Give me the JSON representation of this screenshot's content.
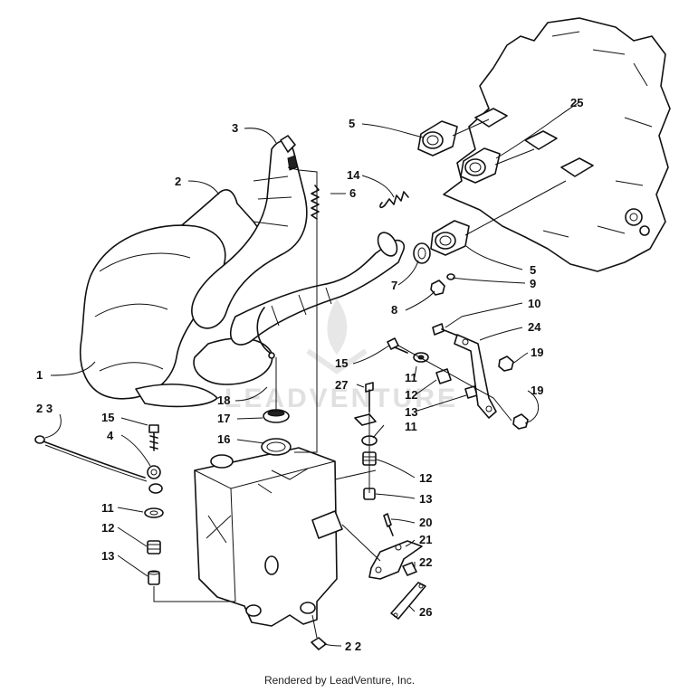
{
  "watermark": "LEADVENTURE",
  "credit": "Rendered by LeadVenture, Inc.",
  "callouts": {
    "c1": "1",
    "c2": "2",
    "c3": "3",
    "c4": "4",
    "c5a": "5",
    "c5b": "5",
    "c6": "6",
    "c7": "7",
    "c8": "8",
    "c9": "9",
    "c10": "10",
    "c11a": "11",
    "c11b": "11",
    "c11c": "11",
    "c12a": "12",
    "c12b": "12",
    "c12c": "12",
    "c13a": "13",
    "c13b": "13",
    "c13c": "13",
    "c14": "14",
    "c15a": "15",
    "c15b": "15",
    "c16": "16",
    "c17": "17",
    "c18": "18",
    "c19a": "19",
    "c19b": "19",
    "c20": "20",
    "c21": "21",
    "c22a": "22",
    "c22b": "2 2",
    "c23": "2 3",
    "c24": "24",
    "c25": "25",
    "c26": "26",
    "c27": "27"
  }
}
